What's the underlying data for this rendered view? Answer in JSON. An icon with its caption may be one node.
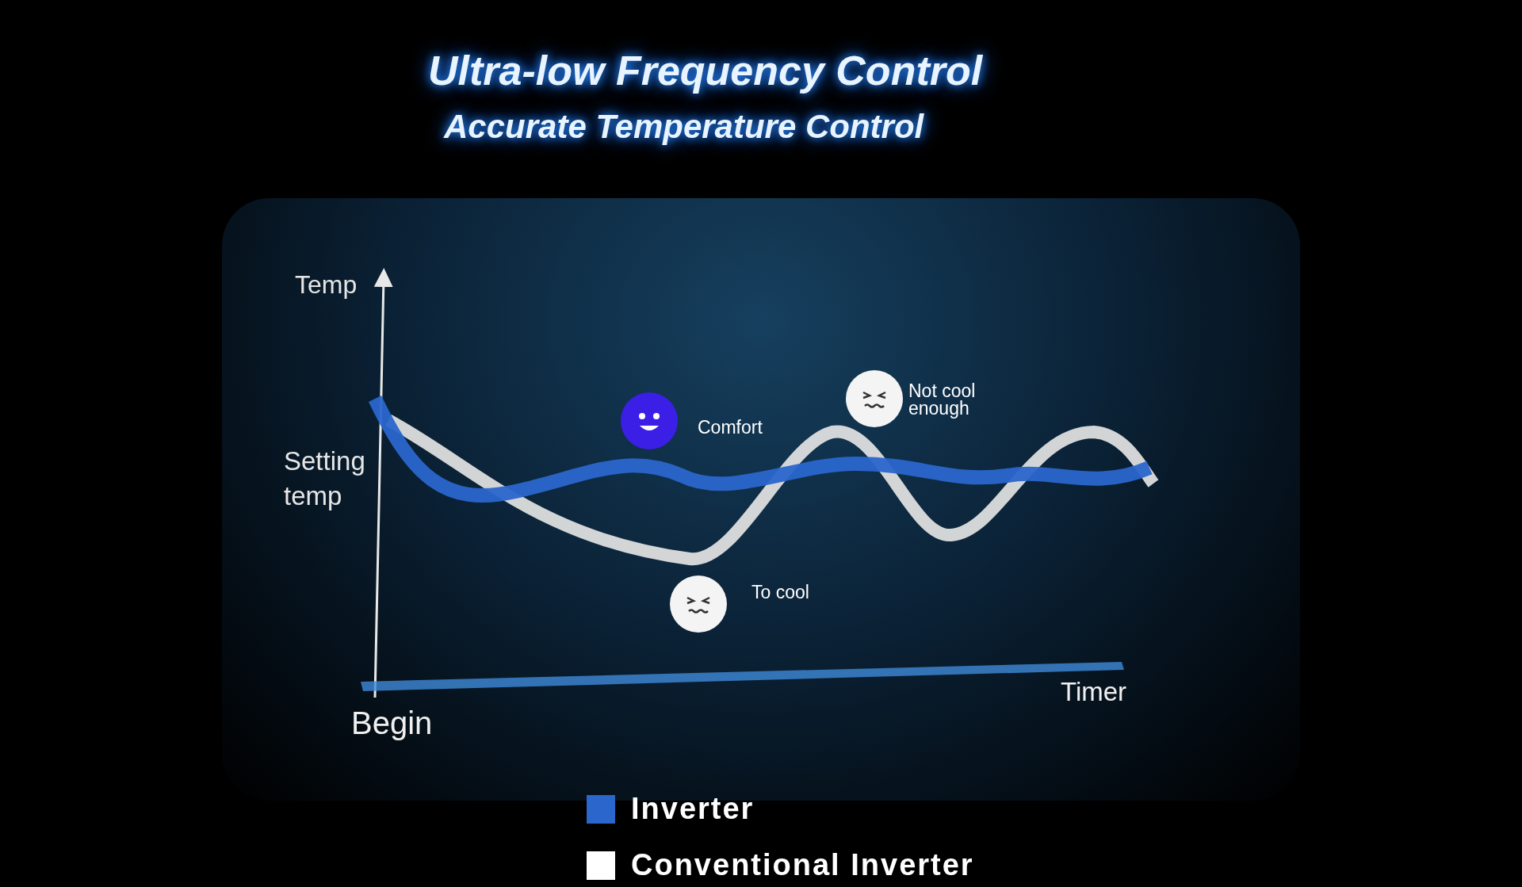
{
  "diagram": {
    "title": "Ultra-low Frequency Control",
    "labels": [
      "Accurate Temperature Control",
      "Temp",
      "Setting temp",
      "Timer",
      "Begin",
      "Comfort",
      "Not cool enough",
      "To cool"
    ],
    "legend": [
      {
        "text": "Inverter",
        "color": "#2a66cc"
      },
      {
        "text": "Conventional Inverter",
        "color": "#ffffff"
      }
    ]
  }
}
